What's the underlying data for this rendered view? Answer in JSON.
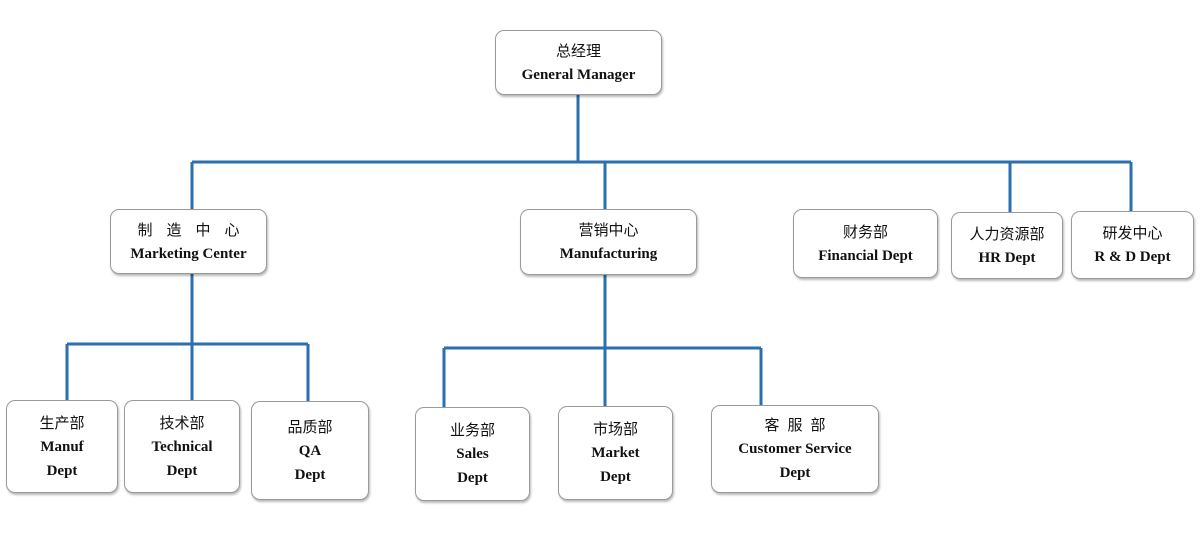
{
  "diagram": {
    "line_color": "#2a6fb0",
    "root": {
      "zh": "总经理",
      "en": "General Manager"
    },
    "marketing_center": {
      "zh": "制造中心",
      "en": "Marketing Center"
    },
    "manufacturing": {
      "zh": "营销中心",
      "en": "Manufacturing"
    },
    "financial": {
      "zh": "财务部",
      "en": "Financial Dept"
    },
    "hr": {
      "zh": "人力资源部",
      "en": "HR Dept"
    },
    "rd": {
      "zh": "研发中心",
      "en": "R & D Dept"
    },
    "manuf_dept": {
      "zh": "生产部",
      "en1": "Manuf",
      "en2": "Dept"
    },
    "technical_dept": {
      "zh": "技术部",
      "en1": "Technical",
      "en2": "Dept"
    },
    "qa_dept": {
      "zh": "品质部",
      "en1": "QA",
      "en2": "Dept"
    },
    "sales_dept": {
      "zh": "业务部",
      "en1": "Sales",
      "en2": "Dept"
    },
    "market_dept": {
      "zh": "市场部",
      "en1": "Market",
      "en2": "Dept"
    },
    "customer_service_dept": {
      "zh": "客服部",
      "en1": "Customer Service",
      "en2": "Dept"
    }
  }
}
